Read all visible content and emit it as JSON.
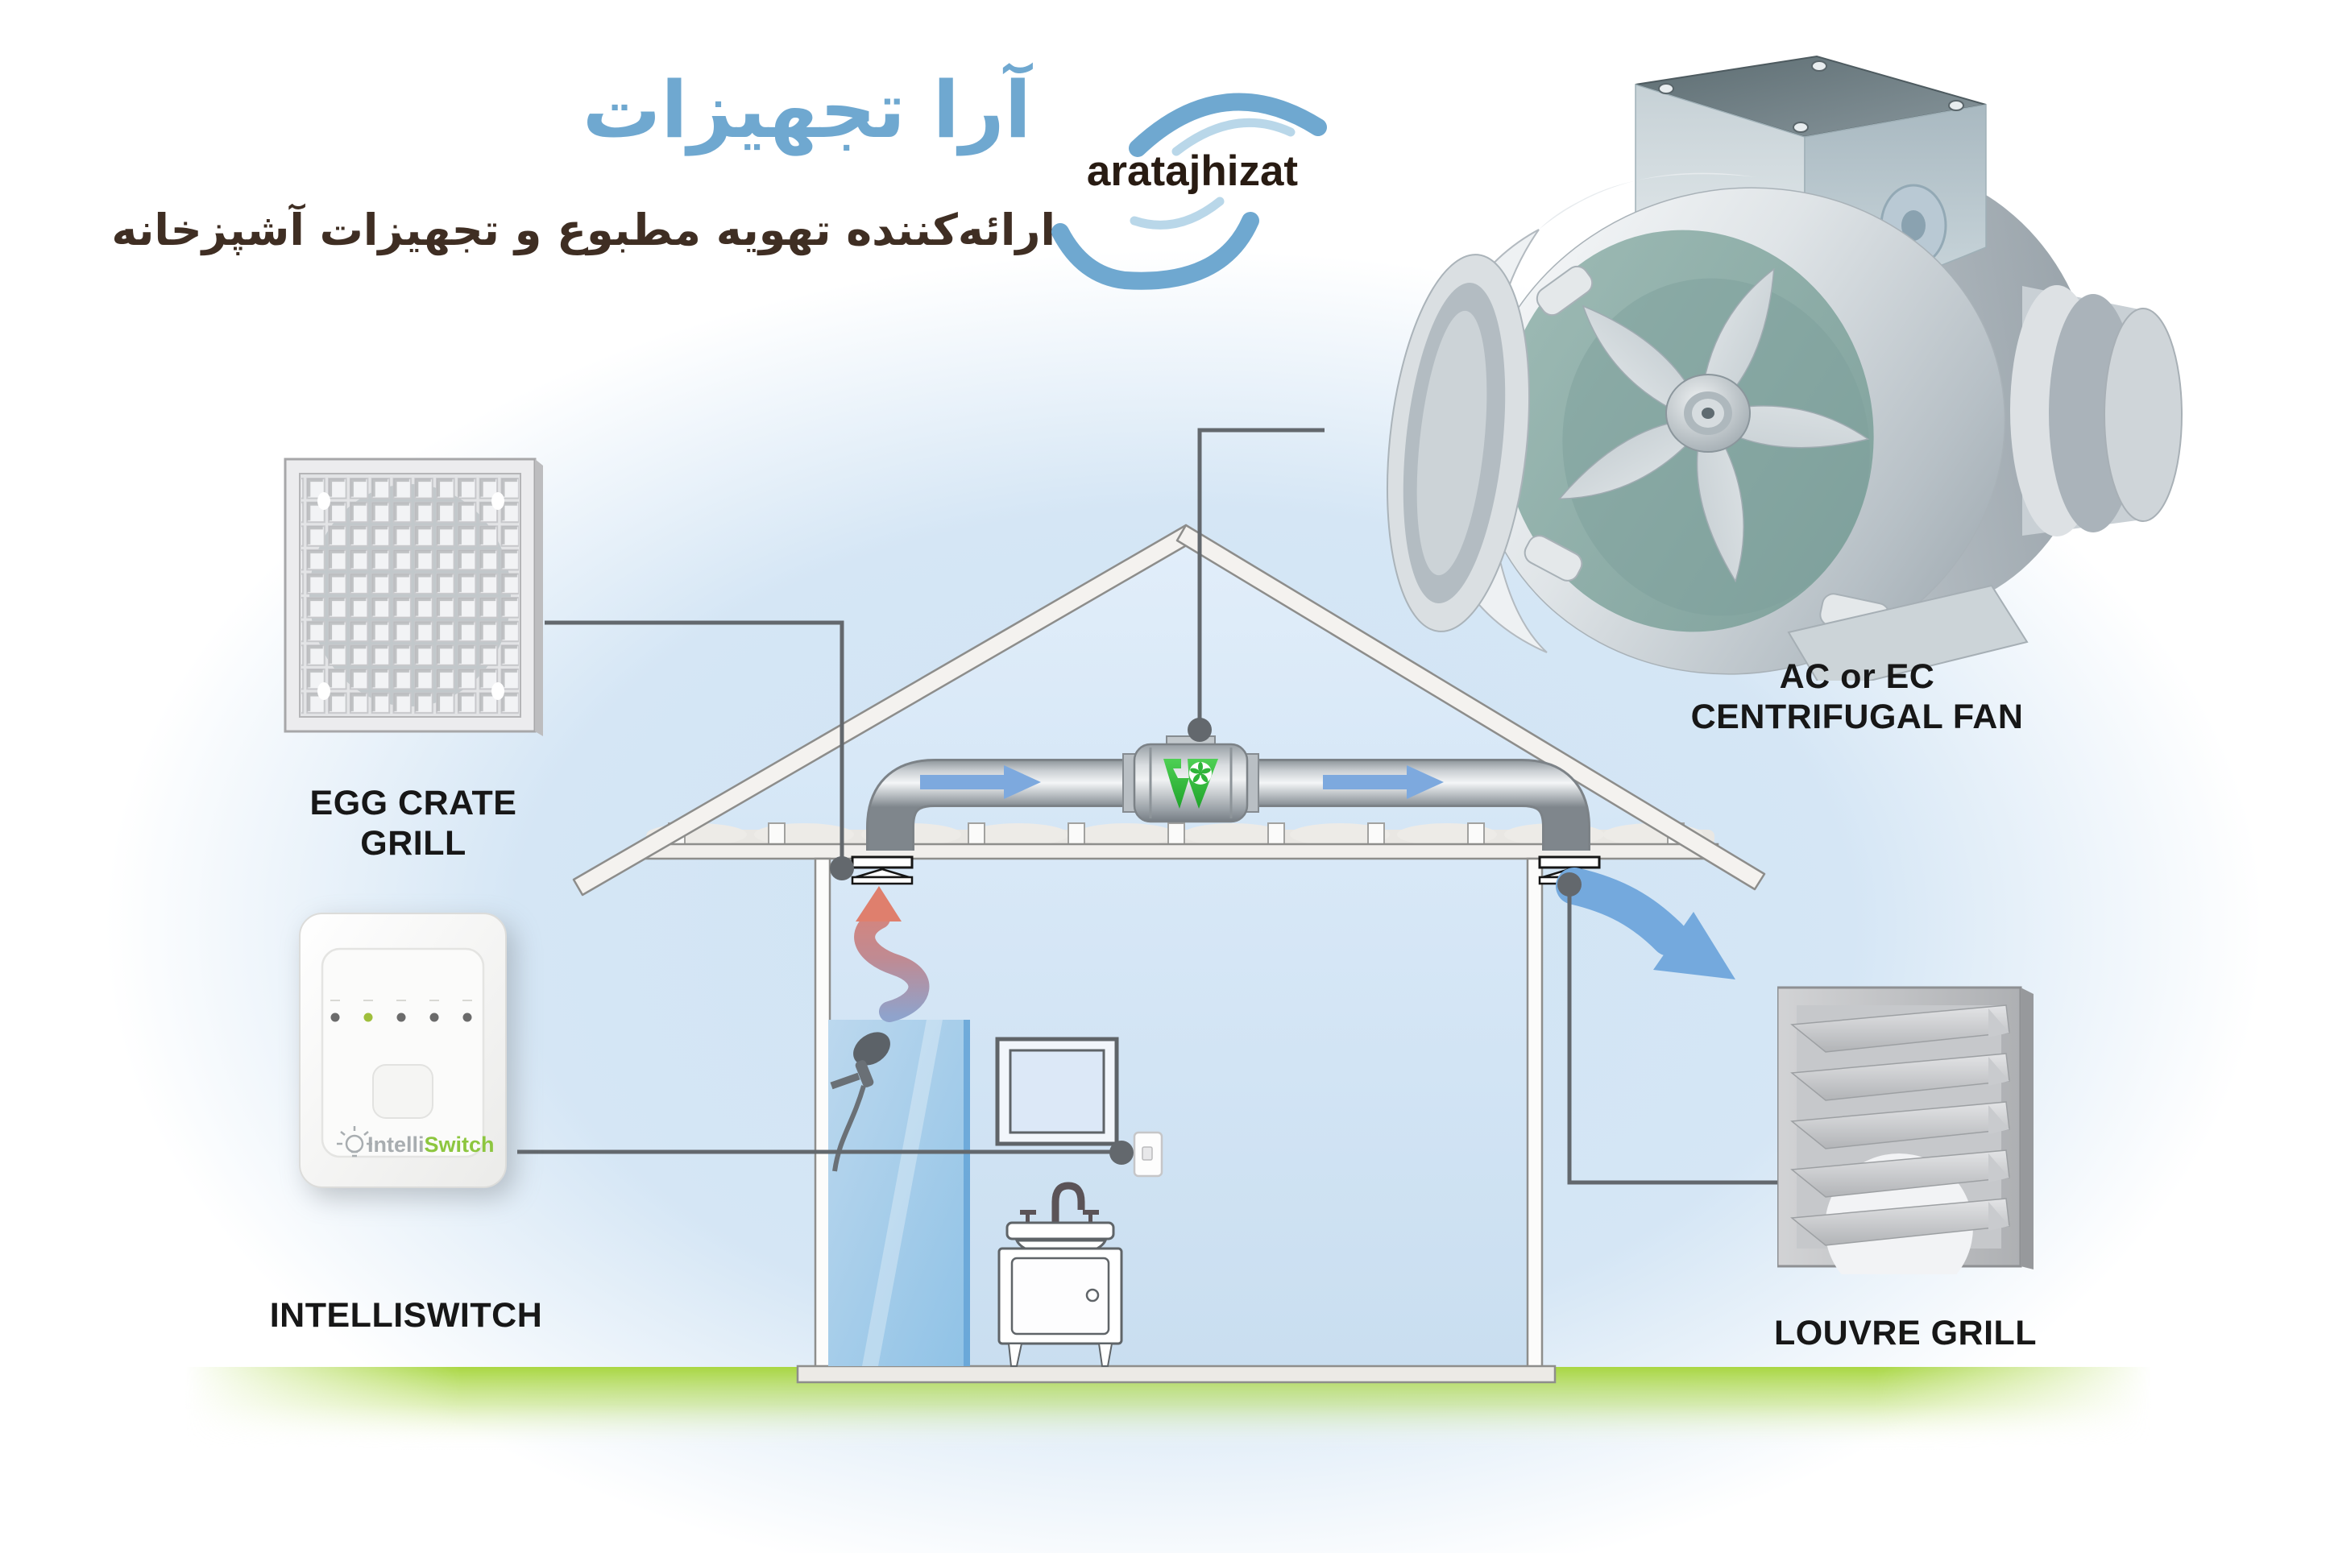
{
  "header": {
    "brand_title_fa": "آرا تجهیزات",
    "brand_subtitle_fa": "ارائه‌کننده تهویه مطبوع و تجهیزات آشپزخانه",
    "logo_text": "aratajhizat"
  },
  "components": {
    "egg_crate_grill": {
      "label": "EGG CRATE GRILL"
    },
    "intelliswitch": {
      "label": "INTELLISWITCH",
      "device_brand_intelli": "Intelli",
      "device_brand_switch": "Switch"
    },
    "centrifugal_fan": {
      "label_line1": "AC or EC",
      "label_line2": "CENTRIFUGAL FAN"
    },
    "louvre_grill": {
      "label": "LOUVRE GRILL"
    }
  },
  "diagram": {
    "type": "home-ventilation-system",
    "connections": [
      {
        "from": "egg-crate-grill",
        "to": "ceiling-vent-left"
      },
      {
        "from": "centrifugal-fan-photo",
        "to": "inline-duct-fan"
      },
      {
        "from": "intelliswitch",
        "to": "bathroom-wall-switch"
      },
      {
        "from": "ceiling-vent-right",
        "to": "louvre-grill"
      }
    ],
    "airflow": [
      "moist-air-rises-from-bathroom-into-left-ceiling-vent",
      "air-flows-right-through-attic-duct-via-inline-fan",
      "air-exhausted-outside-through-right-vent-and-louvre-grill"
    ],
    "house_fixtures": [
      "shower",
      "mirror",
      "wall-switch",
      "vanity-sink"
    ]
  },
  "icons": {
    "logo-swirl-icon": "blue crescent arcs",
    "fan-v-logo-icon": "green V with pinwheel",
    "bulb-icon": "light bulb with rays",
    "duct-arrow-icon": "right arrow",
    "exhaust-arrow-icon": "curved down-right arrow",
    "warm-air-spiral-icon": "rising S spiral arrow",
    "ceiling-vent-icon": "bars with diffuser cone",
    "connector-dot-icon": "filled circle line terminal"
  },
  "colors": {
    "brand_blue": "#6fa8d0",
    "logo_pale_blue": "#b9d7e9",
    "subtitle_brown": "#3f2e23",
    "label_black": "#171717",
    "duct_arrow_blue": "#7da9de",
    "exhaust_arrow_blue": "#74a9dd",
    "warm_air_red": "#df7f6d",
    "cool_air_blue": "#93a7cd",
    "fan_logo_green": "#2fb53a",
    "intelliswitch_green": "#8dc63f",
    "ground_green": "#a6d53b",
    "sky_wash_blue": "#cfe3f4",
    "connector_gray": "#63686d"
  }
}
